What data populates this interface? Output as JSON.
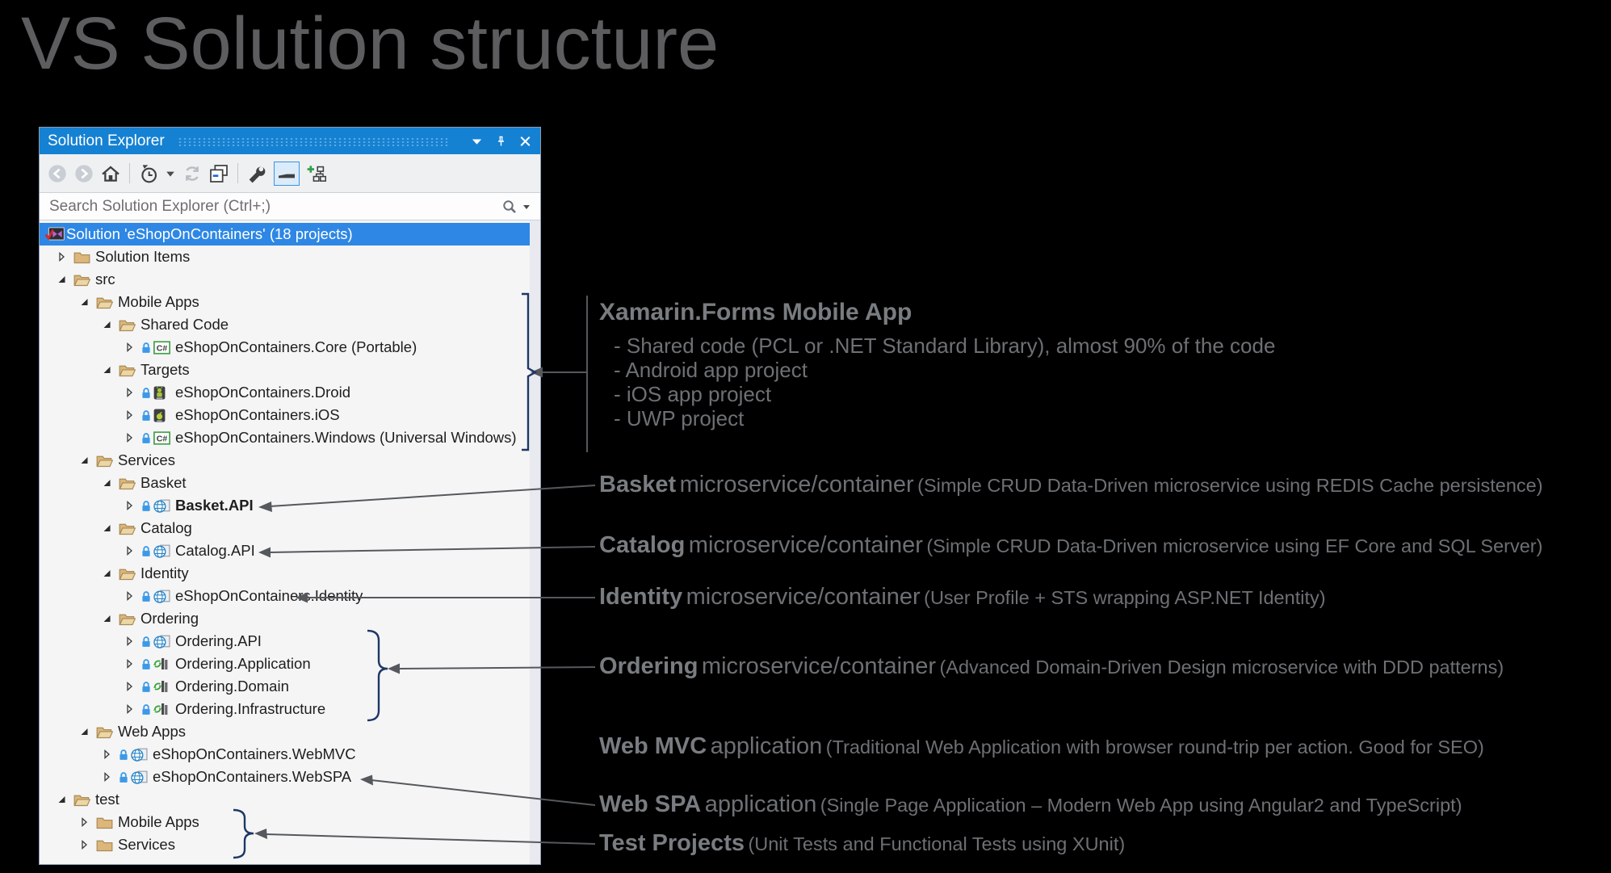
{
  "page": {
    "title": "VS Solution structure"
  },
  "panel": {
    "title": "Solution Explorer",
    "header_icons": [
      "window-position-chevron",
      "pin",
      "close"
    ],
    "toolbar_buttons": [
      "back",
      "forward",
      "home",
      "pending-changes-filter",
      "filter-dropdown",
      "sync-with-active-document",
      "collapse-all",
      "properties-wrench",
      "preview-selected-items",
      "add-dependency-diagram"
    ],
    "search_placeholder": "Search Solution Explorer (Ctrl+;)",
    "tree": {
      "items": [
        {
          "label": "Solution 'eShopOnContainers' (18 projects)",
          "level": 0,
          "icon": "solution",
          "selected": true
        },
        {
          "label": "Solution Items",
          "level": 1,
          "icon": "folder-closed",
          "state": "collapsed"
        },
        {
          "label": "src",
          "level": 1,
          "icon": "folder-open",
          "state": "expanded"
        },
        {
          "label": "Mobile Apps",
          "level": 2,
          "icon": "folder-open",
          "state": "expanded"
        },
        {
          "label": "Shared Code",
          "level": 3,
          "icon": "folder-open",
          "state": "expanded"
        },
        {
          "label": "eShopOnContainers.Core (Portable)",
          "level": 4,
          "icon": "csharp-project",
          "lock": true,
          "state": "collapsed"
        },
        {
          "label": "Targets",
          "level": 3,
          "icon": "folder-open",
          "state": "expanded"
        },
        {
          "label": "eShopOnContainers.Droid",
          "level": 4,
          "icon": "android-project",
          "lock": true,
          "state": "collapsed"
        },
        {
          "label": "eShopOnContainers.iOS",
          "level": 4,
          "icon": "ios-project",
          "lock": true,
          "state": "collapsed"
        },
        {
          "label": "eShopOnContainers.Windows (Universal Windows)",
          "level": 4,
          "icon": "csharp-project",
          "lock": true,
          "state": "collapsed"
        },
        {
          "label": "Services",
          "level": 2,
          "icon": "folder-open",
          "state": "expanded"
        },
        {
          "label": "Basket",
          "level": 3,
          "icon": "folder-open",
          "state": "expanded"
        },
        {
          "label": "Basket.API",
          "level": 4,
          "icon": "web-project",
          "lock": true,
          "state": "collapsed",
          "bold": true
        },
        {
          "label": "Catalog",
          "level": 3,
          "icon": "folder-open",
          "state": "expanded"
        },
        {
          "label": "Catalog.API",
          "level": 4,
          "icon": "web-project",
          "lock": true,
          "state": "collapsed"
        },
        {
          "label": "Identity",
          "level": 3,
          "icon": "folder-open",
          "state": "expanded"
        },
        {
          "label": "eShopOnContainers.Identity",
          "level": 4,
          "icon": "web-project",
          "lock": true,
          "state": "collapsed"
        },
        {
          "label": "Ordering",
          "level": 3,
          "icon": "folder-open",
          "state": "expanded"
        },
        {
          "label": "Ordering.API",
          "level": 4,
          "icon": "web-project",
          "lock": true,
          "state": "collapsed"
        },
        {
          "label": "Ordering.Application",
          "level": 4,
          "icon": "class-library",
          "lock": true,
          "state": "collapsed"
        },
        {
          "label": "Ordering.Domain",
          "level": 4,
          "icon": "class-library",
          "lock": true,
          "state": "collapsed"
        },
        {
          "label": "Ordering.Infrastructure",
          "level": 4,
          "icon": "class-library",
          "lock": true,
          "state": "collapsed"
        },
        {
          "label": "Web Apps",
          "level": 2,
          "icon": "folder-open",
          "state": "expanded"
        },
        {
          "label": "eShopOnContainers.WebMVC",
          "level": 3,
          "icon": "web-project",
          "lock": true,
          "state": "collapsed"
        },
        {
          "label": "eShopOnContainers.WebSPA",
          "level": 3,
          "icon": "web-project",
          "lock": true,
          "state": "collapsed"
        },
        {
          "label": "test",
          "level": 1,
          "icon": "folder-open",
          "state": "expanded"
        },
        {
          "label": "Mobile Apps",
          "level": 2,
          "icon": "folder-closed",
          "state": "collapsed"
        },
        {
          "label": "Services",
          "level": 2,
          "icon": "folder-closed",
          "state": "collapsed"
        }
      ]
    }
  },
  "annotations": {
    "xamarin": {
      "title": "Xamarin.Forms Mobile App",
      "bullets": [
        "- Shared code (PCL or .NET Standard Library), almost 90% of the code",
        "- Android app project",
        "- iOS app project",
        "- UWP project"
      ]
    },
    "basket": {
      "name": "Basket",
      "mid": "microservice/container",
      "paren": "(Simple CRUD Data-Driven microservice using REDIS Cache persistence)"
    },
    "catalog": {
      "name": "Catalog",
      "mid": "microservice/container",
      "paren": "(Simple CRUD Data-Driven microservice using EF Core and SQL Server)"
    },
    "identity": {
      "name": "Identity",
      "mid": "microservice/container",
      "paren": "(User Profile + STS wrapping ASP.NET Identity)"
    },
    "ordering": {
      "name": "Ordering",
      "mid": "microservice/container",
      "paren": "(Advanced Domain-Driven Design microservice with DDD patterns)"
    },
    "webmvc": {
      "name": "Web MVC",
      "mid": "application",
      "paren": "(Traditional Web Application with browser round-trip per action. Good for SEO)"
    },
    "webspa": {
      "name": "Web SPA",
      "mid": "application",
      "paren": "(Single Page Application – Modern Web App using Angular2 and TypeScript)"
    },
    "test": {
      "name": "Test Projects",
      "paren": "(Unit Tests and Functional Tests using XUnit)"
    }
  },
  "colors": {
    "panel_header": "#1581d3",
    "selected_row": "#2e87e4",
    "folder": "#dcb67a",
    "brace_navy": "#1e3765",
    "connector_gray": "#55585c",
    "annotation_gray": "#6d7074",
    "background": "#000000"
  }
}
